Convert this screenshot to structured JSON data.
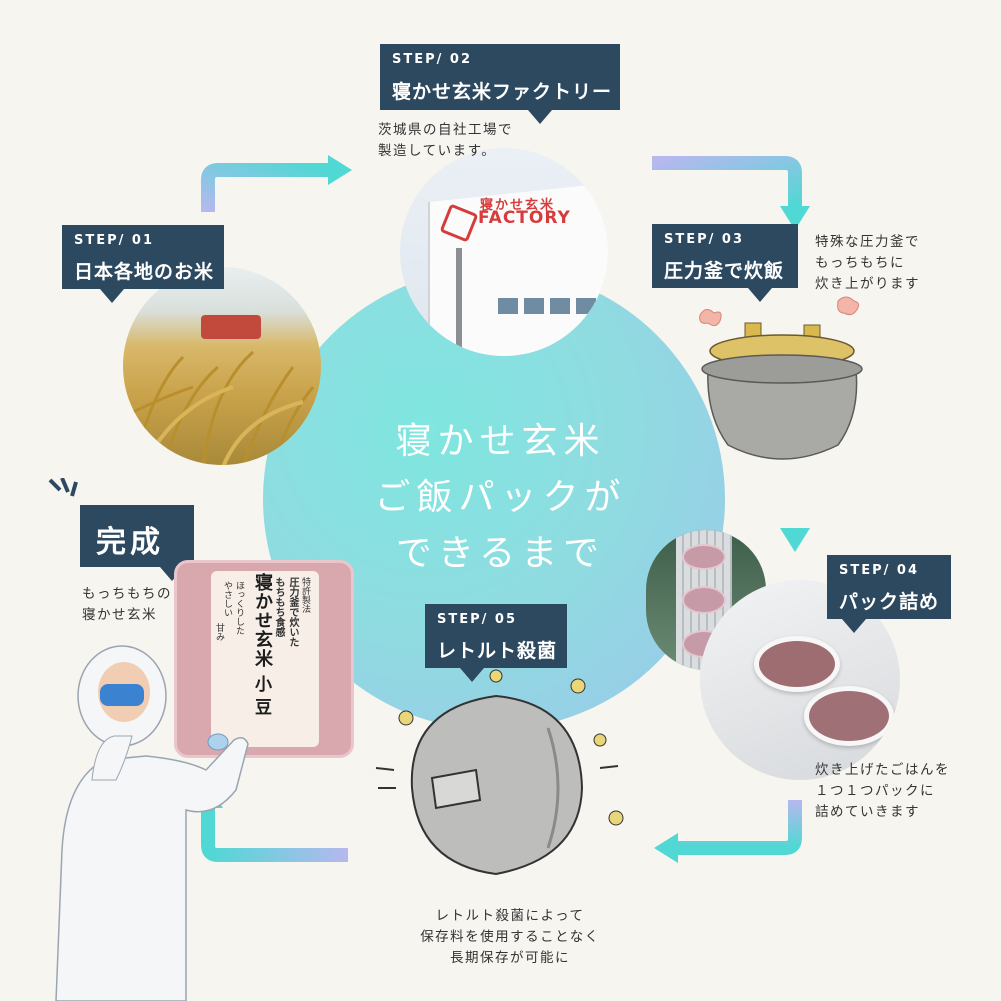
{
  "center": {
    "line1": "寝かせ玄米",
    "line2": "ご飯パックが",
    "line3": "できるまで"
  },
  "steps": [
    {
      "tag": "STEP/ 01",
      "title": "日本各地のお米"
    },
    {
      "tag": "STEP/ 02",
      "title": "寝かせ玄米ファクトリー",
      "desc": "茨城県の自社工場で\n製造しています。"
    },
    {
      "tag": "STEP/ 03",
      "title": "圧力釜で炊飯",
      "desc": "特殊な圧力釜で\nもっちもちに\n炊き上がります"
    },
    {
      "tag": "STEP/ 04",
      "title": "パック詰め",
      "desc": "炊き上げたごはんを\n１つ１つパックに\n詰めていきます"
    },
    {
      "tag": "STEP/ 05",
      "title": "レトルト殺菌",
      "desc": "レトルト殺菌によって\n保存料を使用することなく\n長期保存が可能に"
    }
  ],
  "complete": {
    "title": "完成",
    "desc": "もっちもちの\n寝かせ玄米"
  },
  "factory_sign": {
    "top": "寝かせ玄米",
    "bottom": "FACTORY"
  },
  "pack": {
    "l1": "特許製法",
    "l2": "圧力釜で炊いた",
    "l3": "もちもち食感",
    "name": "寝かせ玄米",
    "flavor": "小 豆",
    "sub1": "ほっくりした",
    "sub2": "やさしい",
    "sub3": "甘み"
  },
  "colors": {
    "navy": "#2d4960",
    "teal": "#4fd8d4",
    "lavender": "#b6b8ee",
    "bg": "#f7f5f0"
  }
}
